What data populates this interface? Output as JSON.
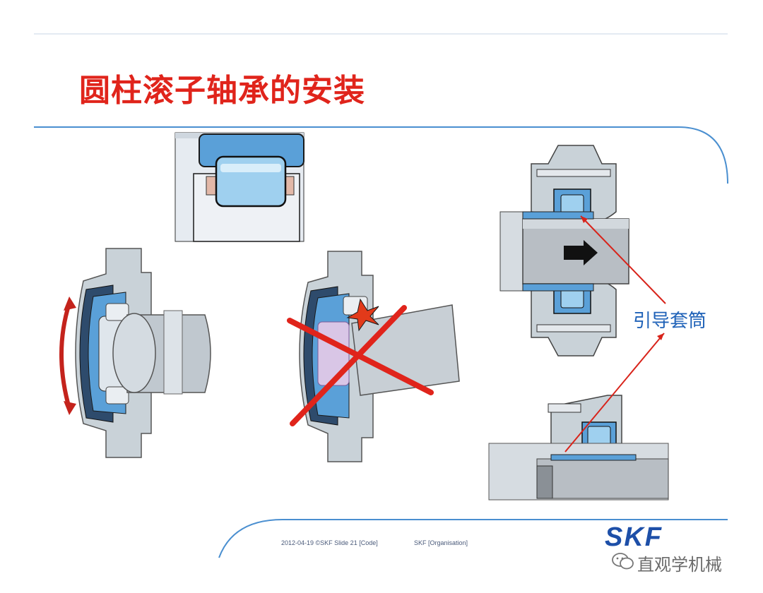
{
  "slide": {
    "title": "圆柱滚子轴承的安装",
    "callout_label": "引导套筒",
    "footer": {
      "date_slide": "2012-04-19  ©SKF   Slide 21  [Code]",
      "organisation": "SKF [Organisation]"
    },
    "logo_text": "SKF",
    "watermark_text": "直观学机械"
  },
  "colors": {
    "title_red": "#e0241b",
    "accent_blue": "#1f62b8",
    "bearing_blue": "#5aa0d8",
    "steel_gray": "#b8bec4"
  },
  "icons": [
    "wechat-icon"
  ]
}
